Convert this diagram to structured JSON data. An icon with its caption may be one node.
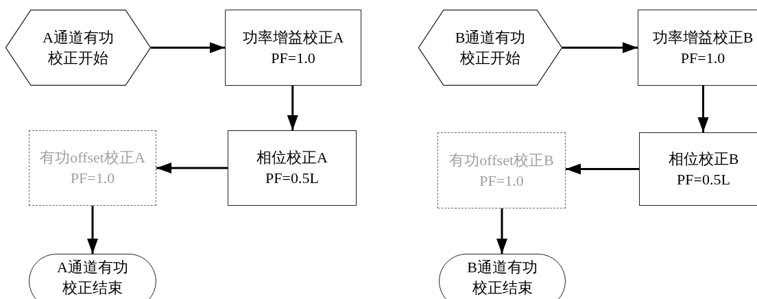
{
  "diagram": {
    "nodes": [
      {
        "text": [
          "A通道有功校正开始"
        ]
      },
      {
        "text": [
          "功率增益校正A",
          "PF=1.0"
        ]
      },
      {
        "text": [
          "相位校正A",
          "PF=0.5L"
        ]
      },
      {
        "text": [
          "有功offset校正A",
          "PF=1.0"
        ]
      },
      {
        "text": [
          "A通道有功校正结束"
        ]
      },
      {
        "text": [
          "B通道有功校正开始"
        ]
      },
      {
        "text": [
          "功率增益校正B",
          "PF=1.0"
        ]
      },
      {
        "text": [
          "相位校正B",
          "PF=0.5L"
        ]
      },
      {
        "text": [
          "有功offset校正B",
          "PF=1.0"
        ]
      },
      {
        "text": [
          "B通道有功校正结束"
        ]
      }
    ],
    "edges": [
      {
        "from": 0,
        "to": 1,
        "arrow": "to"
      },
      {
        "from": 1,
        "to": 2,
        "arrow": "to"
      },
      {
        "from": 2,
        "to": 3,
        "arrow": "to"
      },
      {
        "from": 3,
        "to": 4,
        "arrow": "to"
      },
      {
        "from": 5,
        "to": 6,
        "arrow": "to"
      },
      {
        "from": 6,
        "to": 7,
        "arrow": "to"
      },
      {
        "from": 7,
        "to": 8,
        "arrow": "to"
      },
      {
        "from": 8,
        "to": 9,
        "arrow": "to"
      }
    ]
  }
}
